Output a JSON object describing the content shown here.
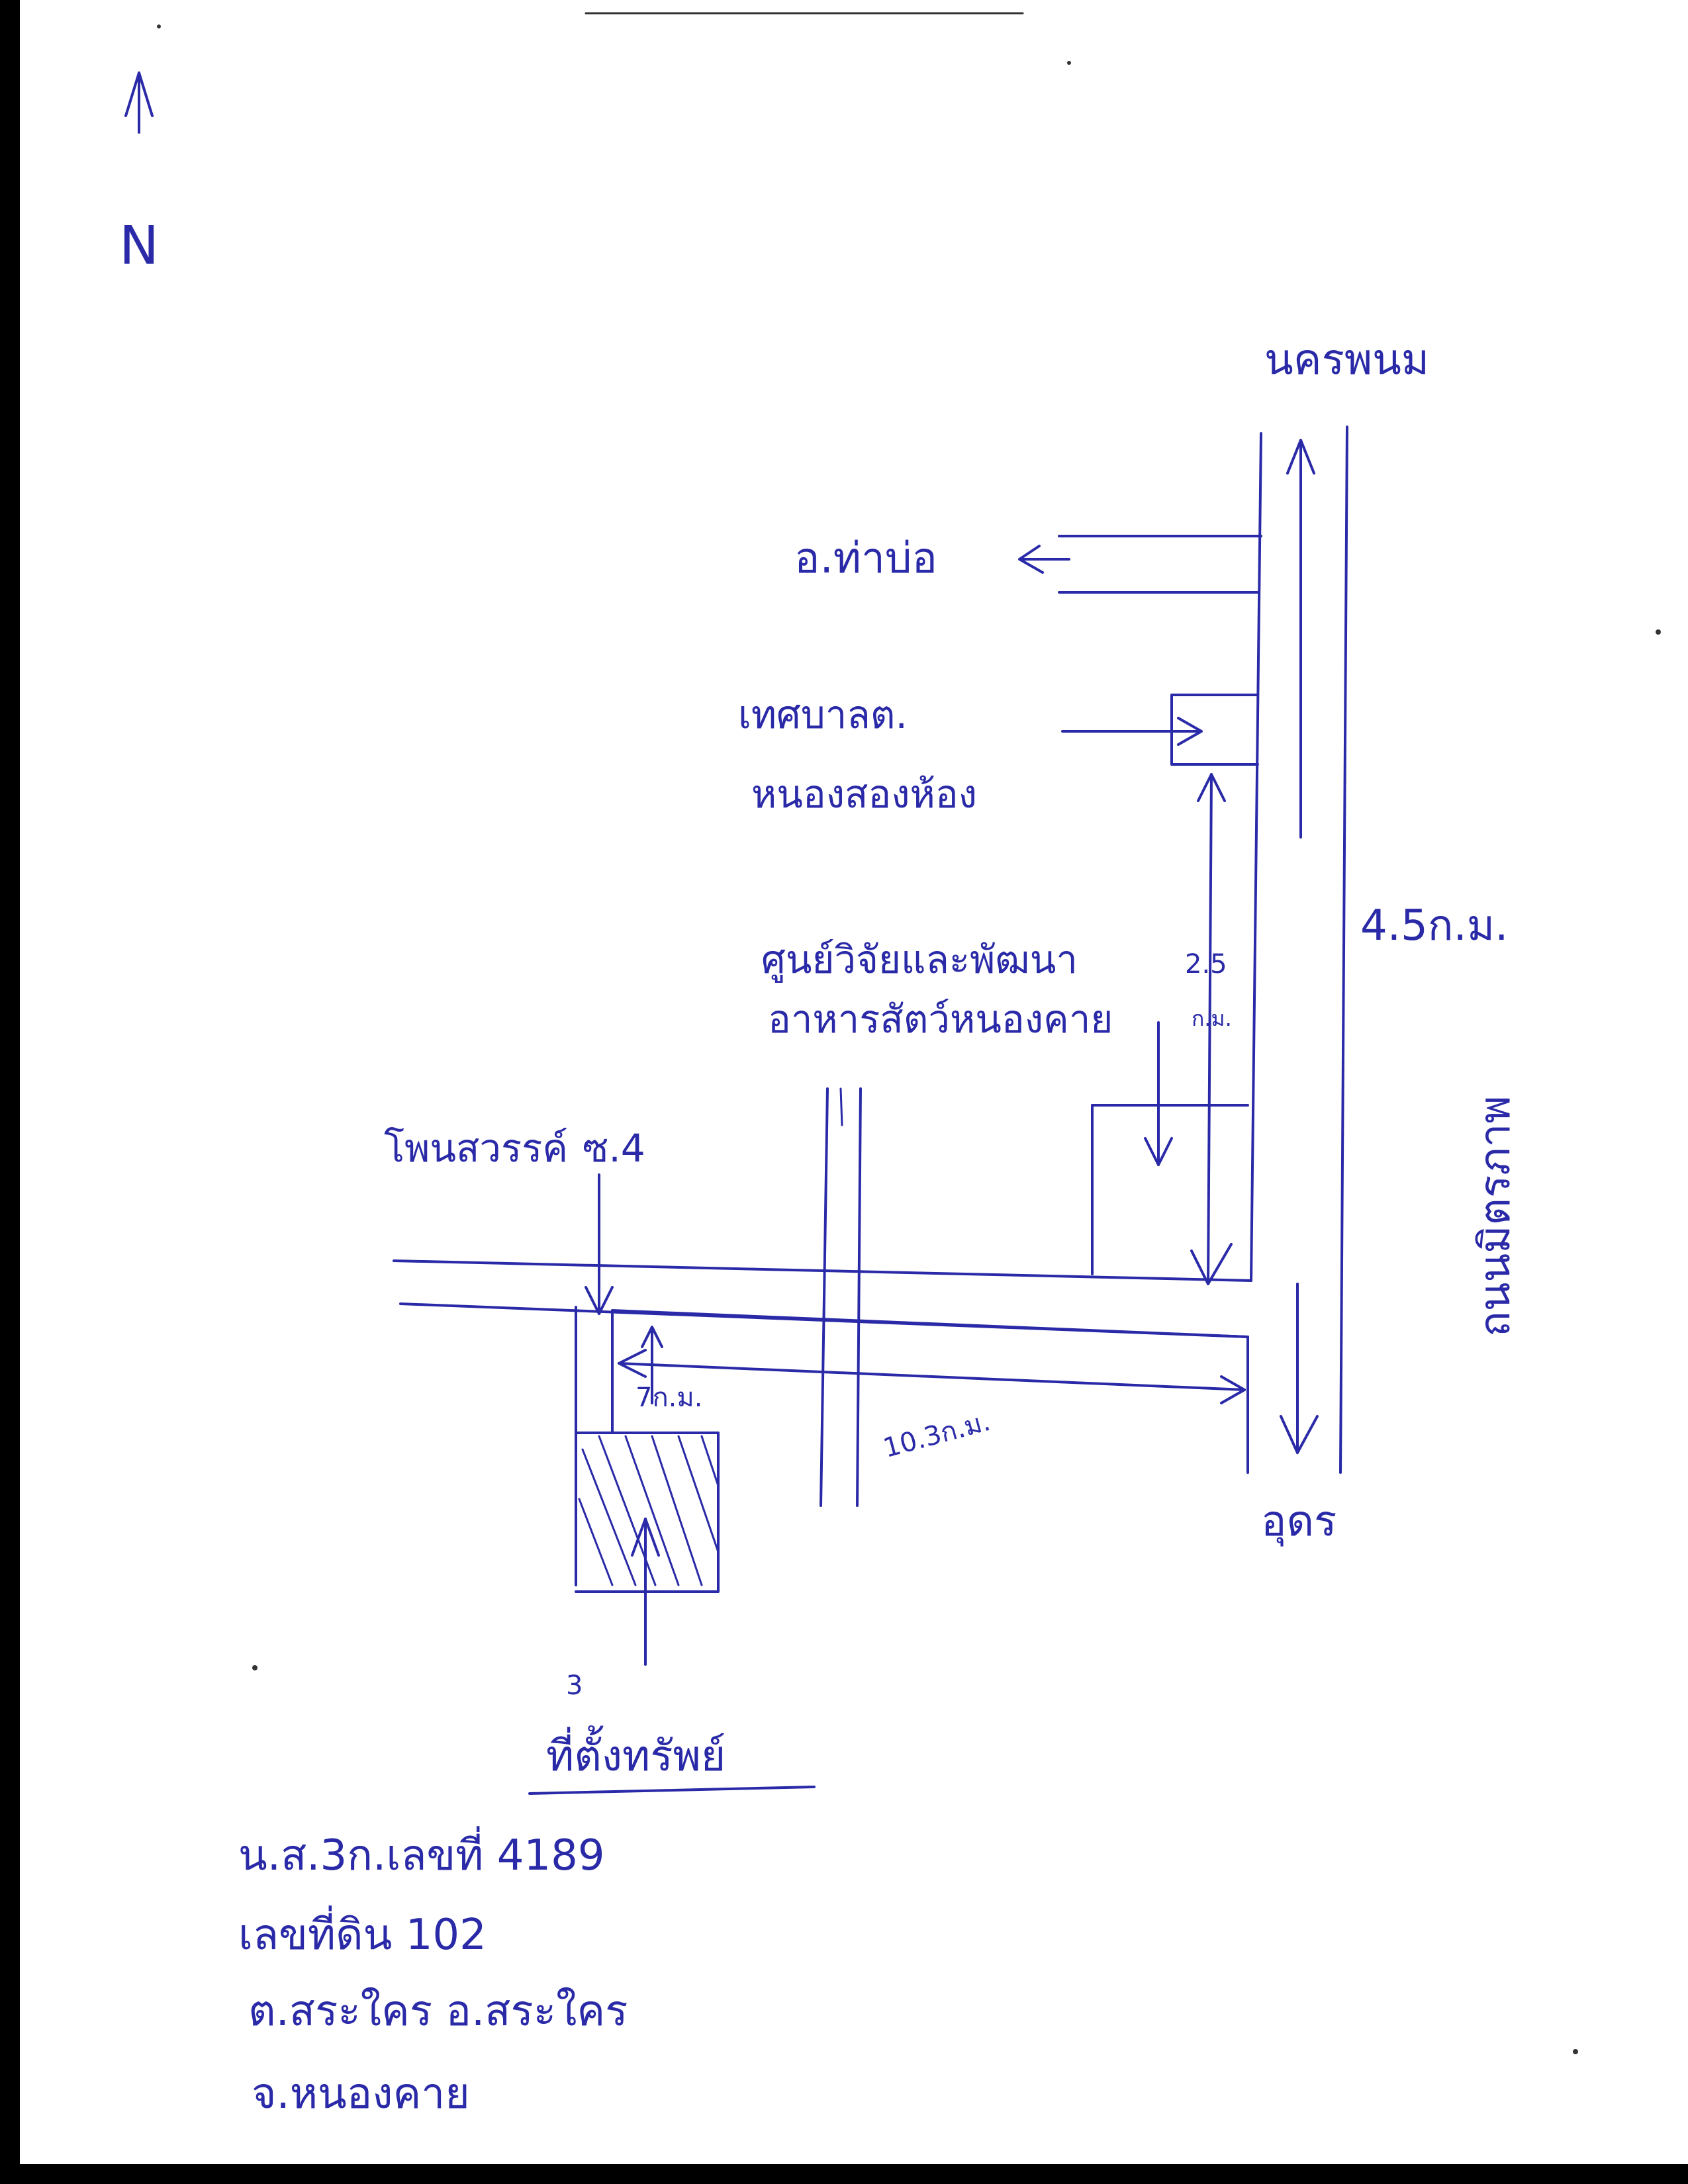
{
  "map": {
    "north_arrow": {
      "icon": "north-arrow-icon",
      "label": "N"
    },
    "labels": {
      "top_right_direction": "นครพนม",
      "tha_bo": "อ.ท่าบ่อ",
      "municipality_line1": "เทศบาลต.",
      "municipality_line2": "หนองสองห้อง",
      "research_center_line1": "ศูนย์วิจัยและพัฒนา",
      "research_center_line2": "อาหารสัตว์หนองคาย",
      "dist_center": "2.5",
      "dist_center_unit": "ก.ม.",
      "dist_right": "4.5ก.ม.",
      "main_road": "ถนนมิตรภาพ",
      "soi": "ซ.4",
      "soi_name": "โพนสวรรค์",
      "dist_7": "7ก.ม.",
      "dist_103": "10.3ก.ม.",
      "udon": "อุดร",
      "property_marker": "3",
      "property_title": "ที่ตั้งทรัพย์"
    },
    "property_details": [
      "น.ส.3ก.เลขที่ 4189",
      "เลขที่ดิน 102",
      "ต.สระใคร อ.สระใคร",
      "จ.หนองคาย"
    ],
    "colors": {
      "ink": "#2a2aa8",
      "edge": "#000000"
    }
  }
}
